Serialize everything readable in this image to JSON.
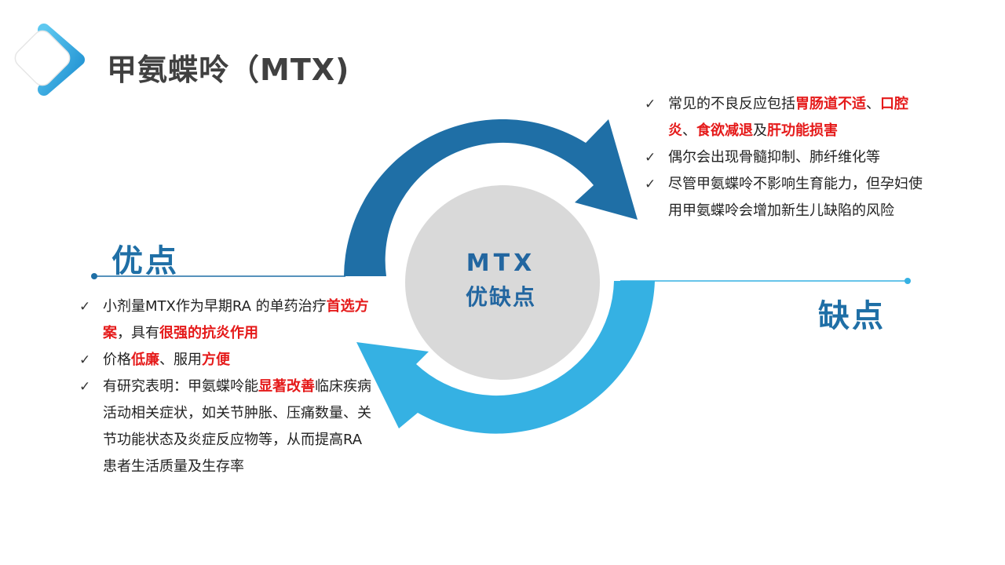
{
  "title": "甲氨蝶呤（MTX)",
  "center": {
    "line1": "MTX",
    "line2": "优缺点"
  },
  "pros": {
    "heading": "优点",
    "items": [
      {
        "segments": [
          {
            "text": "小剂量MTX作为早期RA 的单药治疗",
            "highlight": false
          },
          {
            "text": "首选方案",
            "highlight": true
          },
          {
            "text": "，具有",
            "highlight": false
          },
          {
            "text": "很强的抗炎作用",
            "highlight": true
          }
        ]
      },
      {
        "segments": [
          {
            "text": "价格",
            "highlight": false
          },
          {
            "text": "低廉",
            "highlight": true
          },
          {
            "text": "、服用",
            "highlight": false
          },
          {
            "text": "方便",
            "highlight": true
          }
        ]
      },
      {
        "segments": [
          {
            "text": "有研究表明：甲氨蝶呤能",
            "highlight": false
          },
          {
            "text": "显著改善",
            "highlight": true
          },
          {
            "text": "临床疾病活动相关症状，如关节肿胀、压痛数量、关节功能状态及炎症反应物等，从而提高RA患者生活质量及生存率",
            "highlight": false
          }
        ]
      }
    ]
  },
  "cons": {
    "heading": "缺点",
    "items": [
      {
        "segments": [
          {
            "text": "常见的不良反应包括",
            "highlight": false
          },
          {
            "text": "胃肠道不适",
            "highlight": true
          },
          {
            "text": "、",
            "highlight": false
          },
          {
            "text": "口腔炎",
            "highlight": true
          },
          {
            "text": "、",
            "highlight": false
          },
          {
            "text": "食欲减退",
            "highlight": true
          },
          {
            "text": "及",
            "highlight": false
          },
          {
            "text": "肝功能损害",
            "highlight": true
          }
        ]
      },
      {
        "segments": [
          {
            "text": "偶尔会出现骨髓抑制、肺纤维化等",
            "highlight": false
          }
        ]
      },
      {
        "segments": [
          {
            "text": "尽管甲氨蝶呤不影响生育能力，但孕妇使用甲氨蝶呤会增加新生儿缺陷的风险",
            "highlight": false
          }
        ]
      }
    ]
  },
  "icons": {
    "logo": "diamond-chevron-logo",
    "check": "✓"
  },
  "colors": {
    "dark_blue": "#1f6fa6",
    "light_blue": "#35b1e3",
    "highlight_red": "#e51a1a",
    "circle_gray": "#d9d9d9",
    "title_gray": "#404040"
  }
}
